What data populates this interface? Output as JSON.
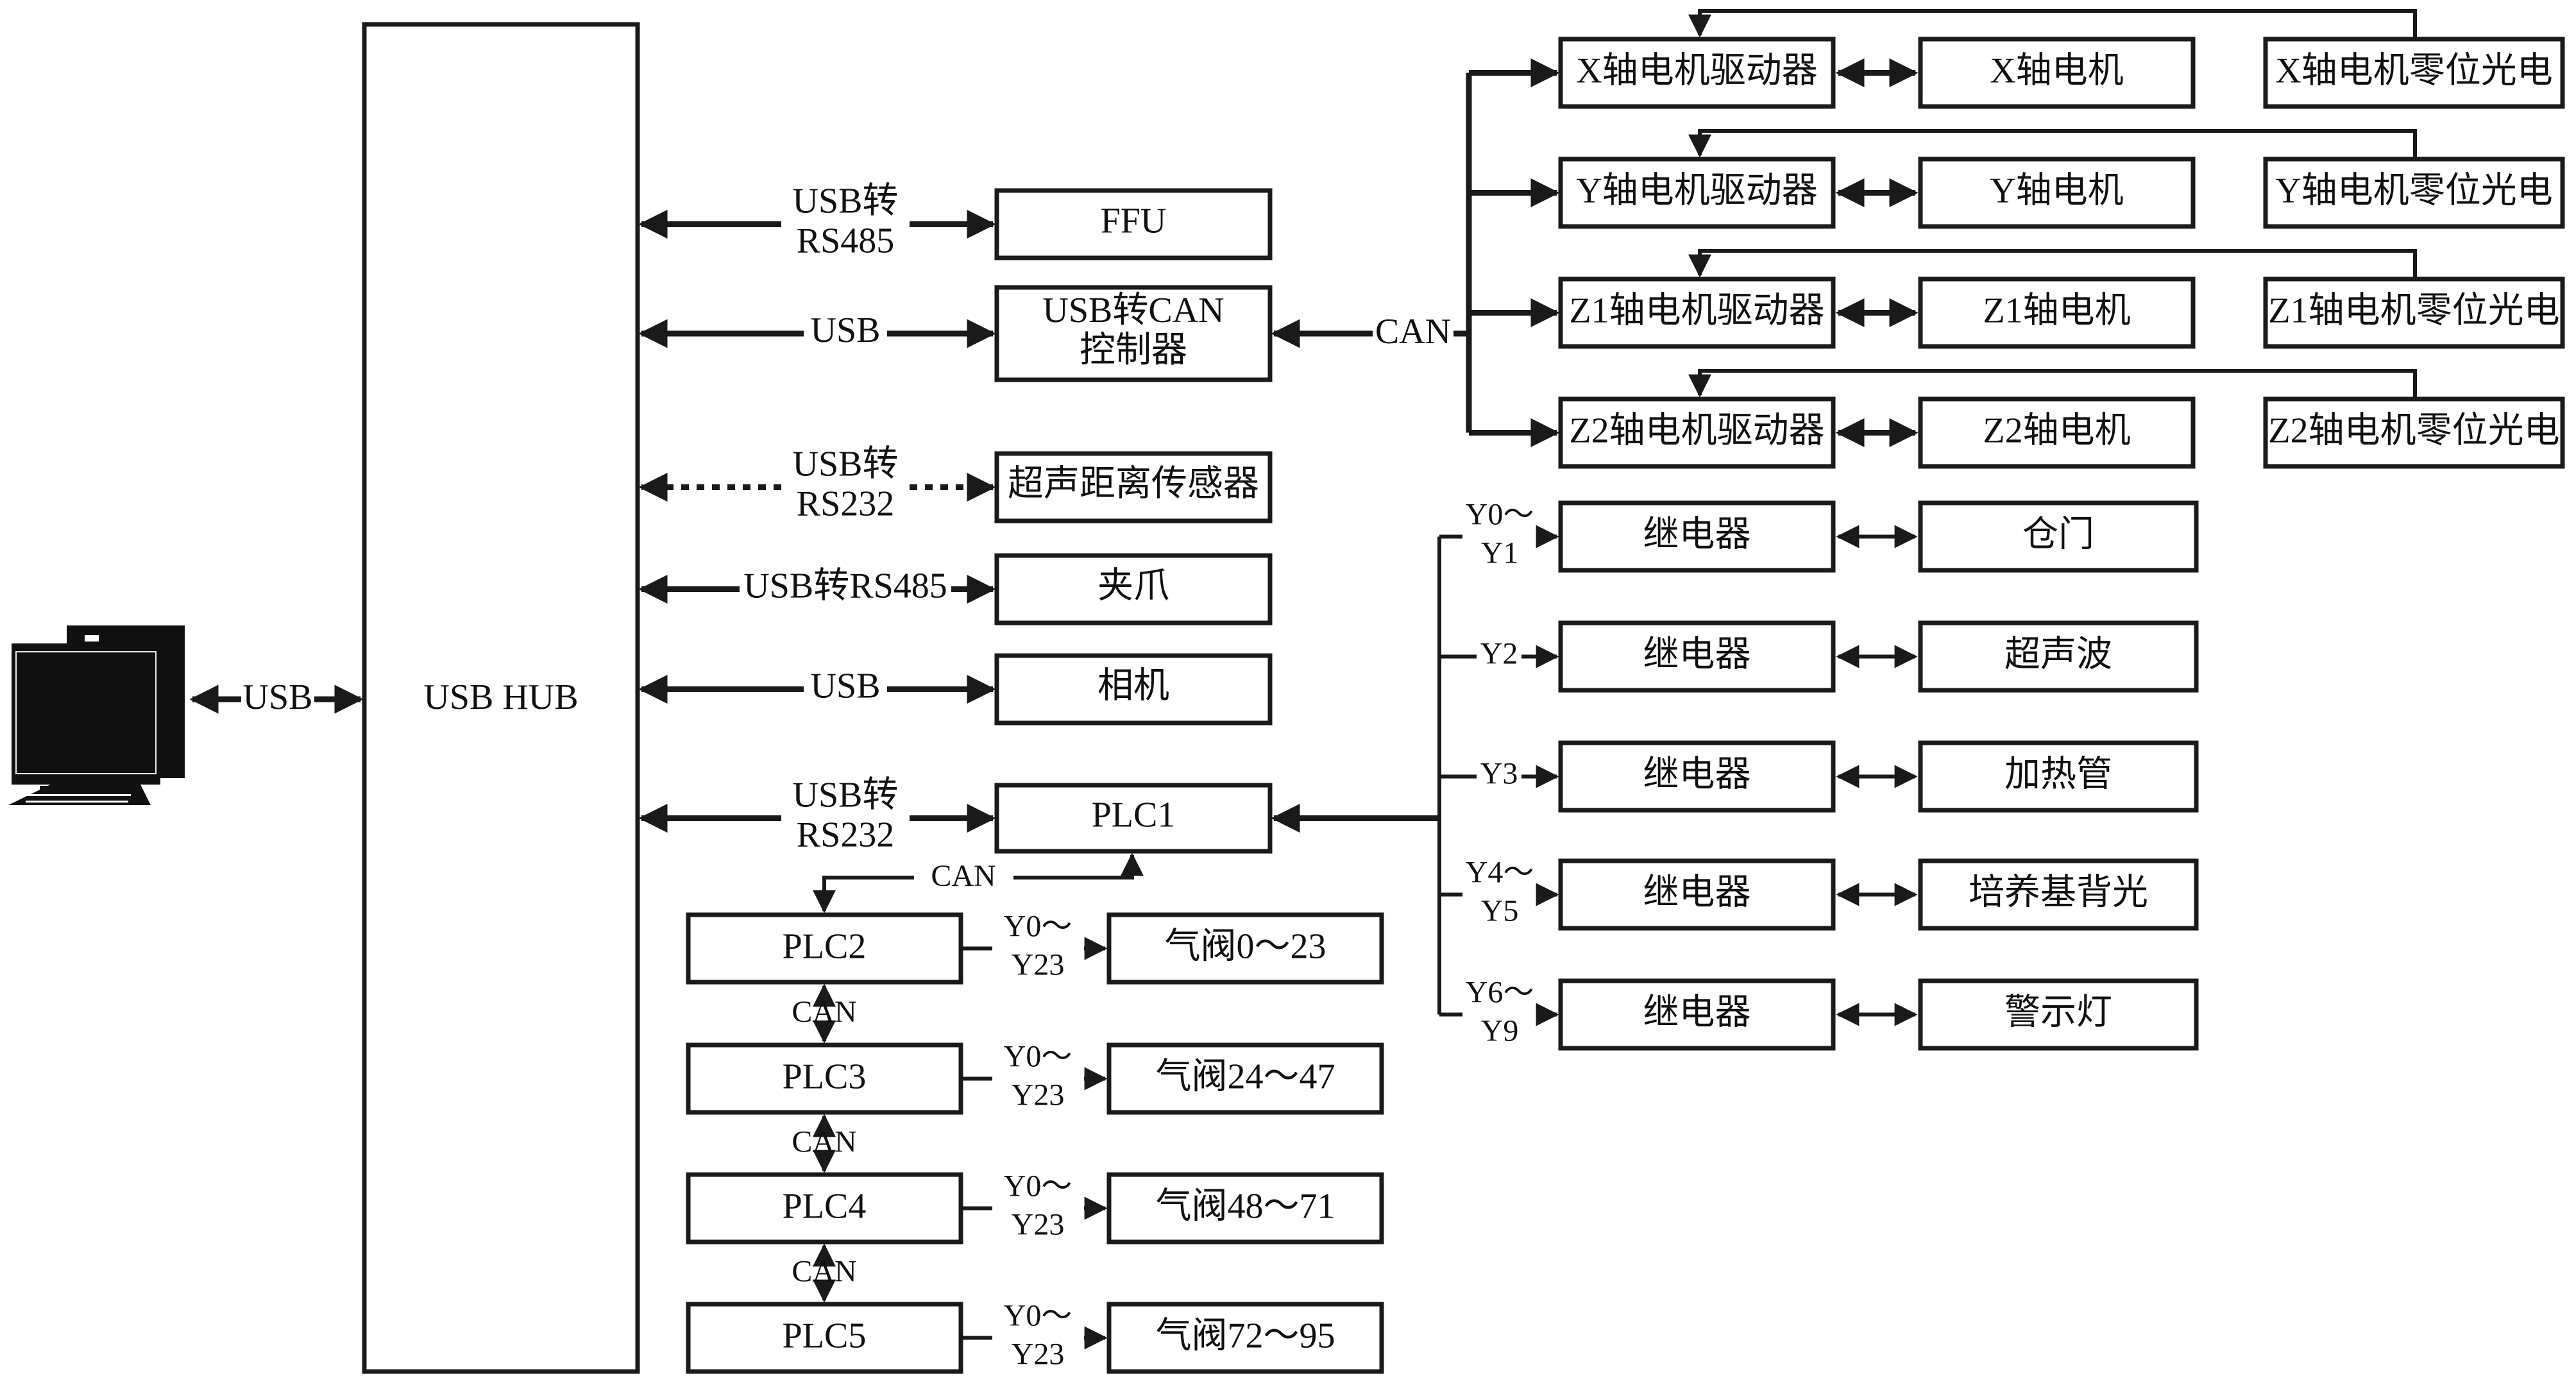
{
  "computer": {
    "icon": "desktop-computer-icon",
    "link_label": "USB"
  },
  "hub": {
    "label": "USB HUB"
  },
  "hub_links": [
    {
      "label_lines": [
        "USB转",
        "RS485"
      ],
      "target": "FFU",
      "style": "solid"
    },
    {
      "label_lines": [
        "USB"
      ],
      "target_lines": [
        "USB转CAN",
        "控制器"
      ],
      "style": "solid"
    },
    {
      "label_lines": [
        "USB转",
        "RS232"
      ],
      "target": "超声距离传感器",
      "style": "dashed"
    },
    {
      "label_lines": [
        "USB转RS485"
      ],
      "target": "夹爪",
      "style": "solid"
    },
    {
      "label_lines": [
        "USB"
      ],
      "target": "相机",
      "style": "solid"
    },
    {
      "label_lines": [
        "USB转",
        "RS232"
      ],
      "target": "PLC1",
      "style": "solid"
    }
  ],
  "can_bus": {
    "label": "CAN",
    "axes": [
      {
        "driver": "X轴电机驱动器",
        "motor": "X轴电机",
        "sensor": "X轴电机零位光电"
      },
      {
        "driver": "Y轴电机驱动器",
        "motor": "Y轴电机",
        "sensor": "Y轴电机零位光电"
      },
      {
        "driver": "Z1轴电机驱动器",
        "motor": "Z1轴电机",
        "sensor": "Z1轴电机零位光电"
      },
      {
        "driver": "Z2轴电机驱动器",
        "motor": "Z2轴电机",
        "sensor": "Z2轴电机零位光电"
      }
    ]
  },
  "plc1_outputs": [
    {
      "port_lines": [
        "Y0～",
        "Y1"
      ],
      "relay": "继电器",
      "device": "仓门"
    },
    {
      "port_lines": [
        "Y2"
      ],
      "relay": "继电器",
      "device": "超声波"
    },
    {
      "port_lines": [
        "Y3"
      ],
      "relay": "继电器",
      "device": "加热管"
    },
    {
      "port_lines": [
        "Y4～",
        "Y5"
      ],
      "relay": "继电器",
      "device": "培养基背光"
    },
    {
      "port_lines": [
        "Y6～",
        "Y9"
      ],
      "relay": "继电器",
      "device": "警示灯"
    }
  ],
  "plc_chain": {
    "link_label": "CAN",
    "plcs": [
      {
        "name": "PLC2",
        "port_lines": [
          "Y0～",
          "Y23"
        ],
        "valves": "气阀0～23"
      },
      {
        "name": "PLC3",
        "port_lines": [
          "Y0～",
          "Y23"
        ],
        "valves": "气阀24～47"
      },
      {
        "name": "PLC4",
        "port_lines": [
          "Y0～",
          "Y23"
        ],
        "valves": "气阀48～71"
      },
      {
        "name": "PLC5",
        "port_lines": [
          "Y0～",
          "Y23"
        ],
        "valves": "气阀72～95"
      }
    ]
  }
}
